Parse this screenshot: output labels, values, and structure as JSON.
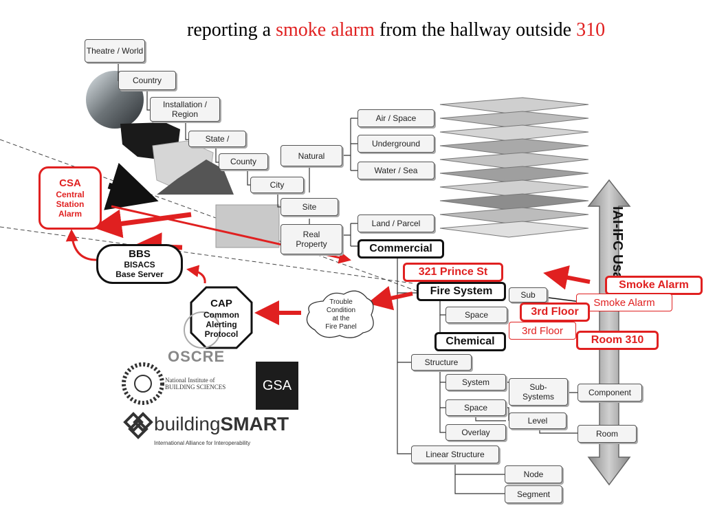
{
  "title": {
    "part1": "reporting a ",
    "highlight1": "smoke alarm",
    "part2": " from the hallway outside ",
    "highlight2": "310"
  },
  "hierarchy": {
    "theatre": "Theatre / World",
    "country": "Country",
    "installation": "Installation / Region",
    "state": "State /",
    "county": "County",
    "city": "City",
    "site": "Site",
    "natural": "Natural",
    "air_space": "Air / Space",
    "underground": "Underground",
    "water_sea": "Water / Sea",
    "real_property": "Real Property",
    "land_parcel": "Land / Parcel",
    "commercial": "Commercial",
    "sub": "Sub",
    "space1": "Space",
    "chemical": "Chemical",
    "structure": "Structure",
    "system": "System",
    "sub_systems": "Sub-Systems",
    "component": "Component",
    "space2": "Space",
    "level": "Level",
    "overlay": "Overlay",
    "room": "Room",
    "linear_structure": "Linear Structure",
    "node": "Node",
    "segment": "Segment"
  },
  "alarm": {
    "address": "321 Prince St",
    "fire_system": "Fire System",
    "smoke_alarm_bold": "Smoke Alarm",
    "smoke_alarm_plain": "Smoke Alarm",
    "floor_bold": "3rd Floor",
    "floor_plain": "3rd Floor",
    "room": "Room 310",
    "trouble": [
      "Trouble",
      "Condition",
      "at the",
      "Fire Panel"
    ]
  },
  "csa": {
    "title": "CSA",
    "lines": [
      "Central",
      "Station",
      "Alarm"
    ]
  },
  "bbs": {
    "title": "BBS",
    "lines": [
      "BISACS",
      "Base Server"
    ]
  },
  "cap": {
    "title": "CAP",
    "lines": [
      "Common",
      "Alerting",
      "Protocol"
    ]
  },
  "arrow_label": "IAI-IFC Usage",
  "logos": {
    "oscre": "OSCRE",
    "nibs_line1": "National Institute of",
    "nibs_line2": "BUILDING SCIENCES",
    "gsa": "GSA",
    "buildingsmart_a": "building",
    "buildingsmart_b": "SMART",
    "buildingsmart_sub": "International Alliance for Interoperability"
  },
  "colors": {
    "accent": "#e02020",
    "ink": "#111111",
    "box_border": "#555555"
  }
}
